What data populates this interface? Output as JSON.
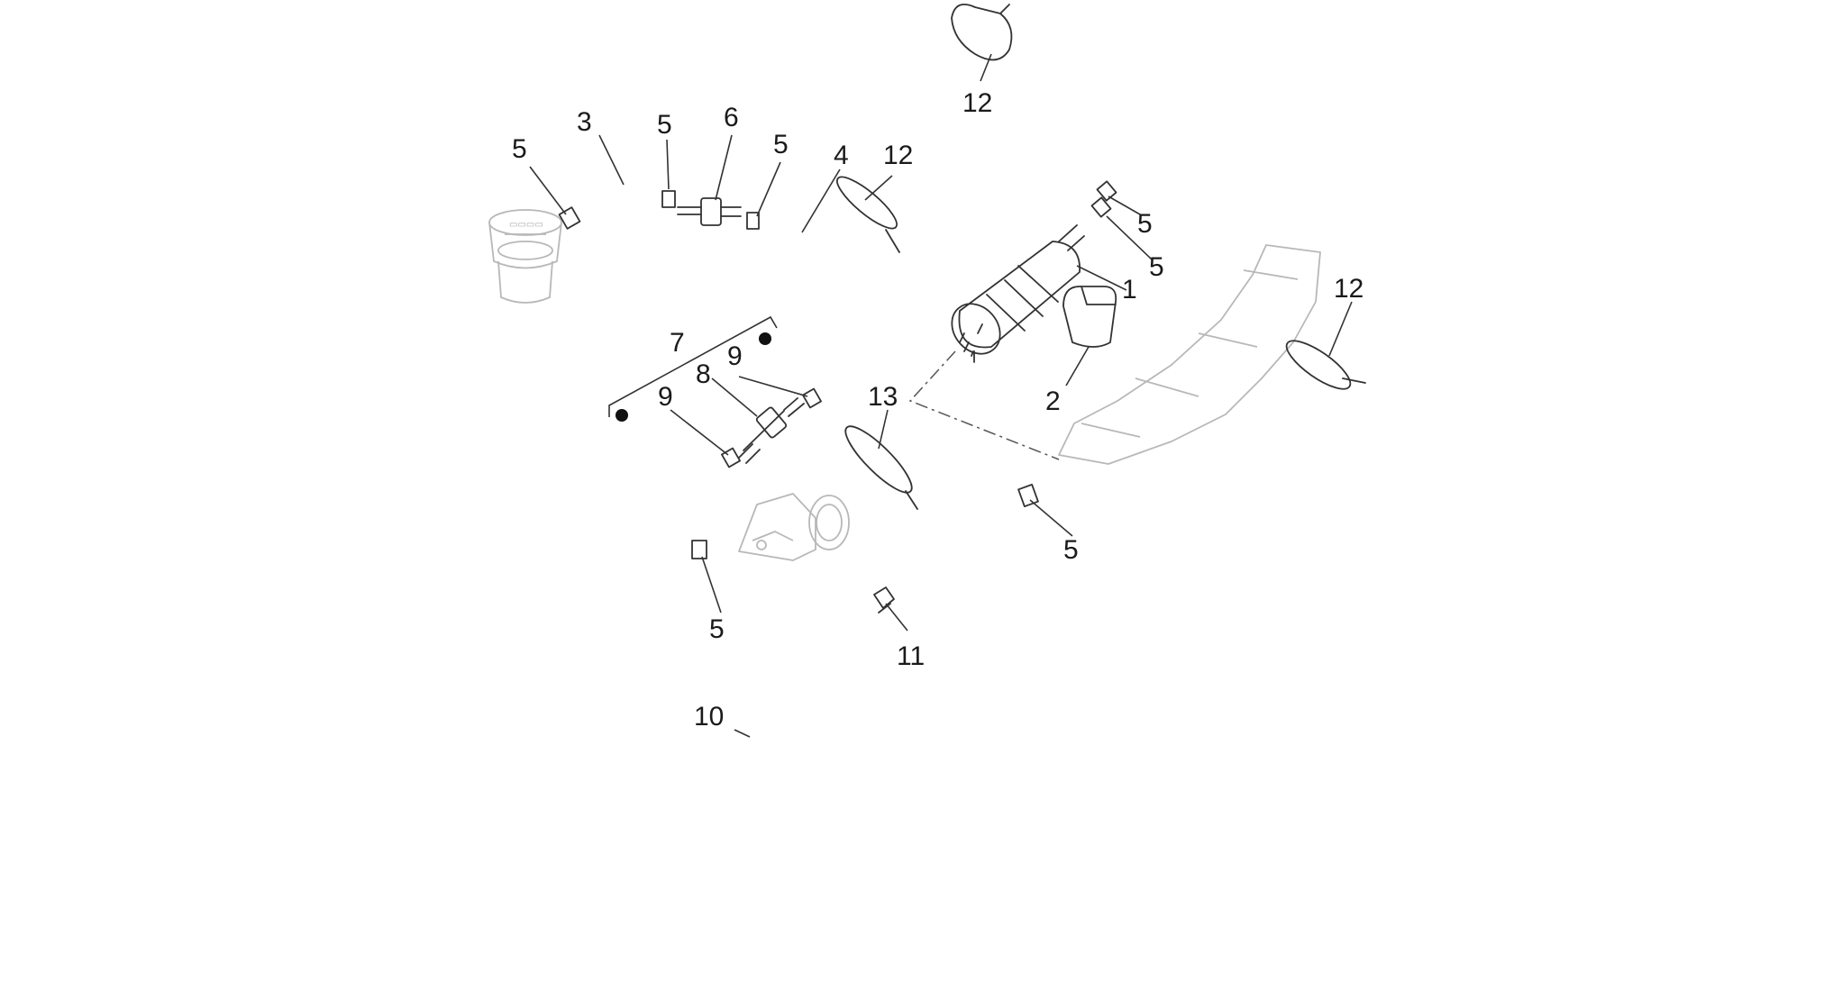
{
  "diagram": {
    "labels": {
      "canister": "1",
      "canister_bracket": "2",
      "tank_vent_hose": "3",
      "canister_inlet_hose": "4",
      "hose_clip_tank": "5",
      "hose_clip_left_3": "5",
      "hose_clip_right_6": "5",
      "hose_clip_canister_upper": "5",
      "hose_clip_canister_lower": "5",
      "hose_clip_throttle": "5",
      "hose_clip_drain": "5",
      "valve_assembly": "6",
      "purge_kit": "7",
      "purge_valve": "8",
      "clip_9_upper": "9",
      "clip_9_lower": "9",
      "drain_hose": "10",
      "hose_clamp": "11",
      "cable_tie_top": "12",
      "cable_tie_left": "12",
      "cable_tie_right": "12",
      "cable_tie_13": "13"
    }
  }
}
